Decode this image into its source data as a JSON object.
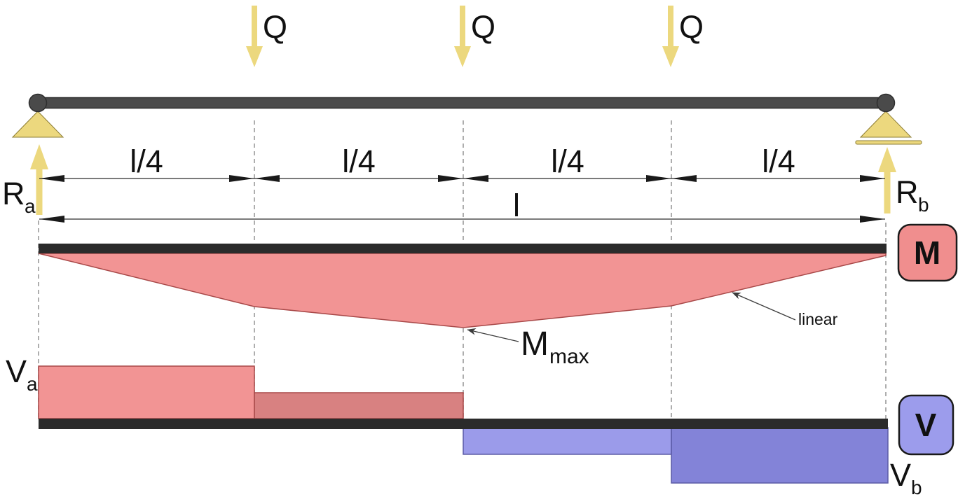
{
  "palette": {
    "yellow": "#ecd87e",
    "yellow_stroke": "#8d7d33",
    "beam_gray": "#4a4a4a",
    "bar_black": "#2b2b2b",
    "pink": "#f29494",
    "pink_dark": "#d88181",
    "pink_stroke": "#a84848",
    "blue_light": "#9b9bea",
    "blue_dark": "#8383d8",
    "blue_stroke": "#5b5ba6",
    "badge_pink": "#f08e8e",
    "badge_blue": "#9c9cec",
    "dash_gray": "#9a9a9a"
  },
  "loads": {
    "labels": [
      "Q",
      "Q",
      "Q"
    ]
  },
  "dimensions": {
    "quarter_labels": [
      "l/4",
      "l/4",
      "l/4",
      "l/4"
    ],
    "total_label": "l"
  },
  "reactions": {
    "left": {
      "main": "R",
      "sub": "a"
    },
    "right": {
      "main": "R",
      "sub": "b"
    }
  },
  "moment": {
    "badge": "M",
    "max_main": "M",
    "max_sub": "max",
    "linear_label": "linear"
  },
  "shear": {
    "badge": "V",
    "left": {
      "main": "V",
      "sub": "a"
    },
    "right": {
      "main": "V",
      "sub": "b"
    }
  }
}
